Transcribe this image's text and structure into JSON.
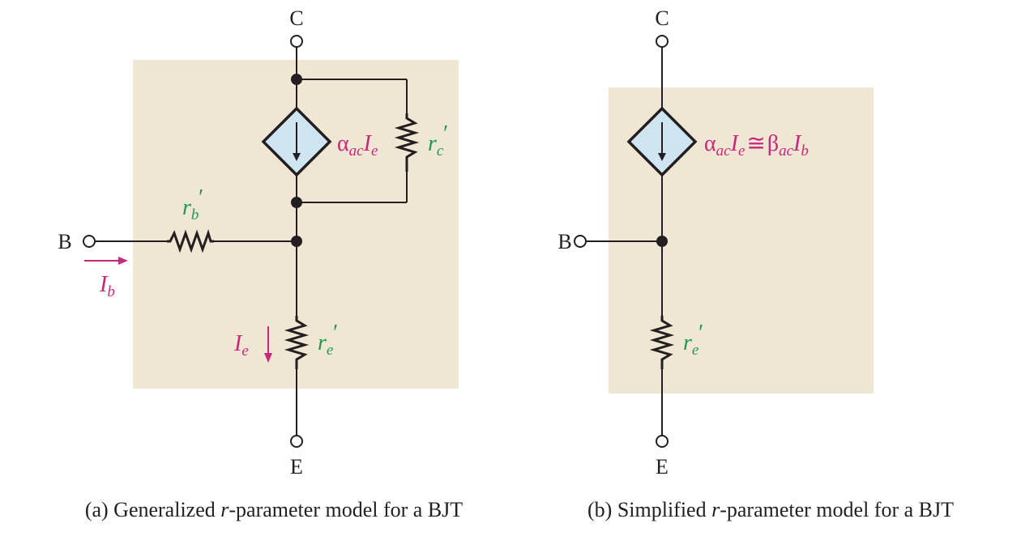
{
  "diagram_a": {
    "terminal_collector": "C",
    "terminal_base": "B",
    "terminal_emitter": "E",
    "source": {
      "alpha": "α",
      "alpha_sub": "ac",
      "I": "I",
      "I_sub": "e"
    },
    "rc": {
      "r": "r",
      "sub": "c",
      "prime": "′"
    },
    "rb": {
      "r": "r",
      "sub": "b",
      "prime": "′"
    },
    "re": {
      "r": "r",
      "sub": "e",
      "prime": "′"
    },
    "ib": {
      "I": "I",
      "sub": "b"
    },
    "ie": {
      "I": "I",
      "sub": "e"
    },
    "caption": {
      "prefix": "(a) Generalized ",
      "r": "r",
      "suffix": "-parameter model for a BJT"
    }
  },
  "diagram_b": {
    "terminal_collector": "C",
    "terminal_base": "B",
    "terminal_emitter": "E",
    "source": {
      "alpha": "α",
      "alpha_sub": "ac",
      "I": "I",
      "I_sub": "e",
      "approx": "≅",
      "beta": "β",
      "beta_sub": "ac",
      "I2": "I",
      "I2_sub": "b"
    },
    "re": {
      "r": "r",
      "sub": "e",
      "prime": "′"
    },
    "caption": {
      "prefix": "(b) Simplified ",
      "r": "r",
      "suffix": "-parameter model for a BJT"
    }
  },
  "colors": {
    "background_panel": "#efe6d3",
    "source_fill": "#cfe6f2",
    "current_label": "#c8287c",
    "resistance_label": "#1e9a4a"
  }
}
